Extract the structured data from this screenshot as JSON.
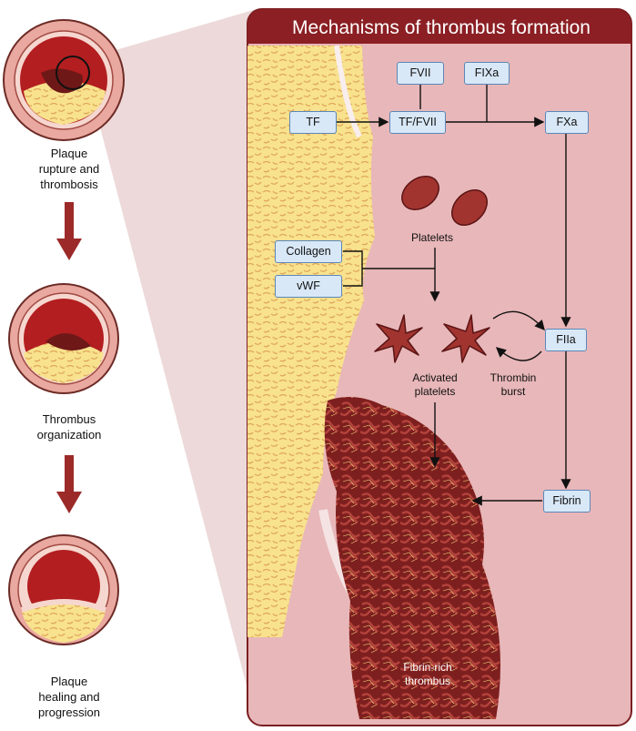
{
  "title": "Mechanisms of thrombus formation",
  "stages": [
    {
      "label": "Plaque\nrupture and\nthrombosis"
    },
    {
      "label": "Thrombus\norganization"
    },
    {
      "label": "Plaque\nhealing and\nprogression"
    }
  ],
  "factors": {
    "tf": "TF",
    "fvii": "FVII",
    "tf_fvii": "TF/FVII",
    "fixa": "FIXa",
    "fxa": "FXa",
    "collagen": "Collagen",
    "vwf": "vWF",
    "fiia": "FIIa",
    "fibrin": "Fibrin"
  },
  "labels": {
    "platelets": "Platelets",
    "activated_platelets": "Activated\nplatelets",
    "thrombin_burst": "Thrombin\nburst",
    "fibrin_thrombus": "Fibrin-rich\nthrombus"
  },
  "colors": {
    "panel_bg": "#e8b7b9",
    "title_bar": "#8b1f24",
    "plaque": "#f7e08a",
    "platelet": "#9a2f2d",
    "box_fill": "#d9e8f7",
    "box_border": "#5b87b8"
  }
}
